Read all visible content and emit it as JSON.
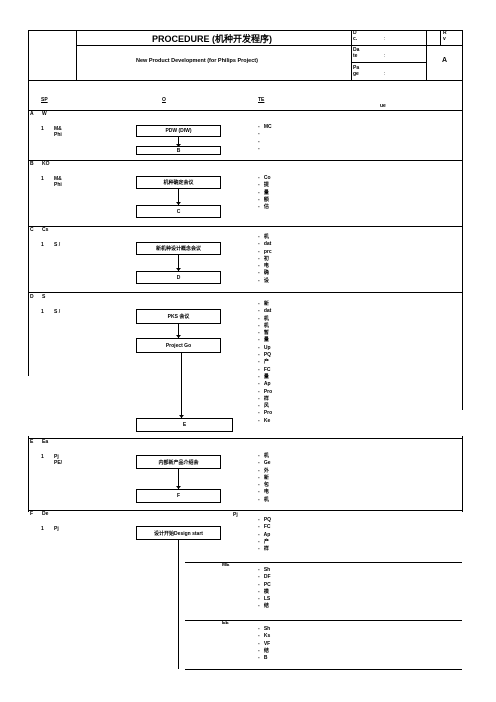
{
  "header": {
    "title": "PROCEDURE (机种开发程序)",
    "subtitle": "New Product Development (for Philips Project)",
    "doc_label": "D\nc.",
    "doc_colon": ":",
    "date_label": "Da\nte",
    "date_colon": ":",
    "page_label": "Pa\nge",
    "page_colon": ":",
    "rev_label": "R\nv",
    "rev_value": "A"
  },
  "columns": {
    "step": "SP",
    "flow": "O",
    "note": "TE",
    "extra": "ue"
  },
  "sections": [
    {
      "code": "A",
      "name": "W",
      "num": "1",
      "owner": "M&\nPhi",
      "boxes": [
        "PDW (DIW)",
        "B"
      ],
      "notes": [
        "-   MC\n-\n-\n-"
      ]
    },
    {
      "code": "B",
      "name": "KO",
      "num": "1",
      "owner": "M&\nPhi",
      "boxes": [
        "机种确定会议",
        "C"
      ],
      "notes": [
        "-   Co\n-   提\n-   量\n-   额\n-   估"
      ]
    },
    {
      "code": "C",
      "name": "Cs",
      "num": "1",
      "owner": "S /",
      "boxes": [
        "新机种设计概念会议",
        "D"
      ],
      "notes": [
        "-   机\n-   dat\n-   prc\n-   初\n-   电\n-   确\n-   设"
      ]
    },
    {
      "code": "D",
      "name": "S",
      "num": "1",
      "owner": "S /",
      "boxes": [
        "PKS 会议",
        "Project Go",
        "E"
      ],
      "notes": [
        "-   新\n-   dat\n-   机\n-   机\n-   暂\n-   量\n-   Up\n-   PQ\n-   产\n-   FC\n-   量\n-   Ap\n-   Pro\n-   样\n-   风\n-   Pro\n-   Ke"
      ]
    },
    {
      "code": "E",
      "name": "Ea",
      "num": "1",
      "owner": "Pj\nPE/",
      "boxes": [
        "内部新产品介绍会",
        "F"
      ],
      "notes": [
        "-   机\n-   Ge\n-   外\n-   新\n-   包\n-   电\n-   机"
      ]
    },
    {
      "code": "F",
      "name": "De",
      "num": "1",
      "owner": "Pj",
      "boxes": [
        "设计开始Design start"
      ],
      "notes": [
        "-   PQ\n-   FC\n-   Ap\n-   产\n-   样",
        "-   Sh\n-   DF\n-   PC\n-   模\n-   LS\n-   结",
        "-   Sh\n-   Ks\n-   VF\n-   结\n-   B"
      ],
      "roles": [
        "Pj",
        "ME",
        "EE"
      ]
    }
  ]
}
